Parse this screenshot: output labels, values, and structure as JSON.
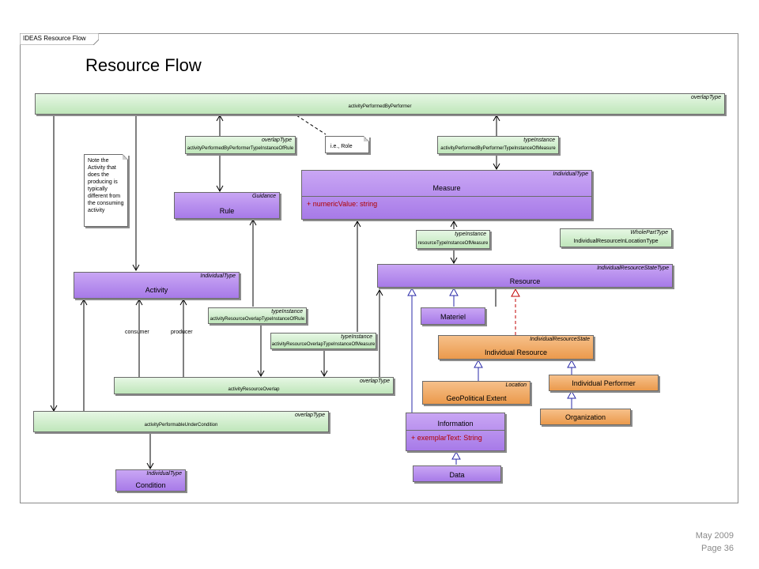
{
  "diagram": {
    "tab_label": "IDEAS Resource Flow",
    "title": "Resource Flow",
    "boxes": {
      "activityPerformedByPerformer": {
        "stereotype": "overlapType",
        "name": "activityPerformedByPerformer"
      },
      "apbpRule": {
        "stereotype": "overlapType",
        "name": "activityPerformedByPerformerTypeInstanceOfRule"
      },
      "apbpMeasure": {
        "stereotype": "typeInstance",
        "name": "activityPerformedByPerformerTypeInstanceOfMeasure"
      },
      "measure": {
        "stereotype": "IndividualType",
        "name": "Measure",
        "attribute": "+  numericValue:  string"
      },
      "rule": {
        "stereotype": "Guidance",
        "name": "Rule"
      },
      "resourceTypeMeasure": {
        "stereotype": "typeInstance",
        "name": "resourceTypeInstanceOfMeasure"
      },
      "wholePart": {
        "stereotype": "WholePartType",
        "name": "IndividualResourceInLocationType"
      },
      "resource": {
        "stereotype": "IndividualResourceStateType",
        "name": "Resource"
      },
      "activity": {
        "stereotype": "IndividualType",
        "name": "Activity"
      },
      "aroRule": {
        "stereotype": "typeInstance",
        "name": "activityResourceOverlapTypeInstanceOfRule"
      },
      "materiel": {
        "name": "Materiel"
      },
      "aroMeasure": {
        "stereotype": "typeInstance",
        "name": "activityResourceOverlapTypeInstanceOfMeasure"
      },
      "individualResource": {
        "stereotype": "IndividualResourceState",
        "name": "Individual Resource"
      },
      "activityResourceOverlap": {
        "stereotype": "overlapType",
        "name": "activityResourceOverlap"
      },
      "geoPolitical": {
        "stereotype": "Location",
        "name": "GeoPolitical Extent"
      },
      "individualPerformer": {
        "name": "Individual Performer"
      },
      "activityPerformableUnderCondition": {
        "stereotype": "overlapType",
        "name": "activityPerformableUnderCondition"
      },
      "information": {
        "name": "Information",
        "attribute": "+  exemplarText:  String"
      },
      "organization": {
        "name": "Organization"
      },
      "condition": {
        "stereotype": "IndividualType",
        "name": "Condition"
      },
      "data": {
        "name": "Data"
      }
    },
    "notes": {
      "role": "i.e.,  Role",
      "activity_note": "Note the Activity that does the producing is typically different from the consuming activity"
    },
    "labels": {
      "consumer": "consumer",
      "producer": "producer"
    }
  },
  "footer": {
    "date": "May 2009",
    "page": "Page 36"
  }
}
